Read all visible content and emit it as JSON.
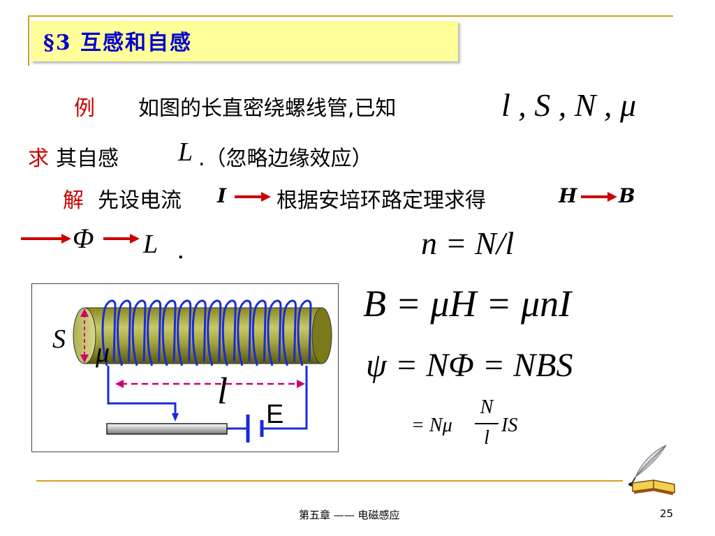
{
  "header": {
    "title": "§3 互感和自感"
  },
  "example": {
    "label": "例",
    "text": "如图的长直密绕螺线管,已知",
    "params": "l , S , N , μ"
  },
  "question": {
    "label": "求",
    "text": "其自感",
    "symbol": "L",
    "note": ".（忽略边缘效应）"
  },
  "solution": {
    "label": "解",
    "text1": "先设电流",
    "sym_I": "I",
    "text2": "根据安培环路定理求得",
    "sym_H": "H",
    "sym_B": "B"
  },
  "chain": {
    "phi": "Φ",
    "L": "L",
    "dot": "."
  },
  "formulas": {
    "n": "n = N/l",
    "B": "B = μH = μnI",
    "psi": "ψ = NΦ = NBS",
    "last_prefix": "= Nμ",
    "frac_num": "N",
    "frac_den": "l",
    "last_suffix": "IS"
  },
  "figure": {
    "S": "S",
    "mu": "μ",
    "l": "l",
    "E": "E"
  },
  "footer": {
    "chapter": "第五章 —— 电磁感应",
    "page": "25"
  }
}
